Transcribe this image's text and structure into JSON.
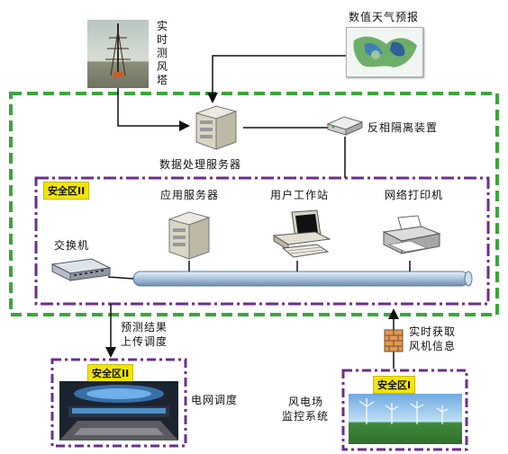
{
  "labels": {
    "tower": "实时测风塔",
    "weather_forecast": "数值天气预报",
    "reverse_isolation": "反相隔离装置",
    "data_server": "数据处理服务器",
    "app_server": "应用服务器",
    "user_workstation": "用户工作站",
    "network_printer": "网络打印机",
    "switch": "交换机",
    "forecast_upload_line1": "预测结果",
    "forecast_upload_line2": "上传调度",
    "realtime_fetch_line1": "实时获取",
    "realtime_fetch_line2": "风机信息",
    "grid_dispatch": "电网调度",
    "wind_monitor_line1": "风电场",
    "wind_monitor_line2": "监控系统"
  },
  "zones": {
    "inner_zone": "安全区II",
    "dispatch_zone": "安全区II",
    "wind_zone": "安全区I"
  },
  "colors": {
    "outer_boundary": "#3aa63a",
    "inner_boundary": "#6a2f8a",
    "zone_tag": "#f2e600",
    "bus": "#b8cde0"
  }
}
